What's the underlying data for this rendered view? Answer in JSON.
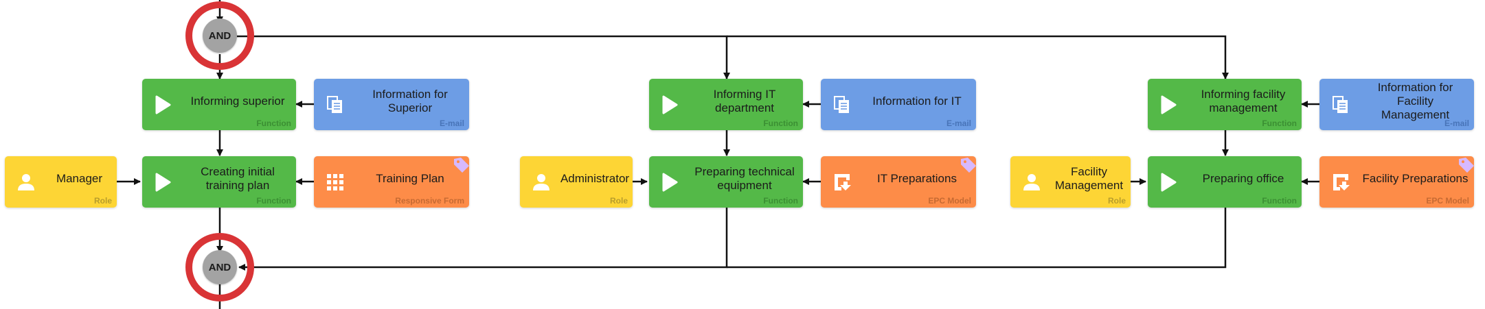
{
  "colors": {
    "function": "#54b948",
    "email": "#6d9de5",
    "role": "#fdd535",
    "form": "#fd8c48",
    "gate_ring": "#d93436",
    "gate_fill": "#a3a3a3",
    "connector": "#111111"
  },
  "gateways": {
    "top": {
      "label": "AND"
    },
    "bottom": {
      "label": "AND"
    }
  },
  "lanes": [
    {
      "inform_function": {
        "label": "Informing superior",
        "type": "Function"
      },
      "email": {
        "label": "Information for Superior",
        "type": "E-mail",
        "icon": "documents-icon"
      },
      "role": {
        "label": "Manager",
        "type": "Role",
        "icon": "person-icon"
      },
      "main_function": {
        "label": "Creating initial training plan",
        "type": "Function"
      },
      "resource": {
        "label": "Training Plan",
        "type": "Responsive Form",
        "icon": "grid-icon"
      }
    },
    {
      "inform_function": {
        "label": "Informing IT department",
        "type": "Function"
      },
      "email": {
        "label": "Information for IT",
        "type": "E-mail",
        "icon": "documents-icon"
      },
      "role": {
        "label": "Administrator",
        "type": "Role",
        "icon": "person-icon"
      },
      "main_function": {
        "label": "Preparing technical equipment",
        "type": "Function"
      },
      "resource": {
        "label": "IT Preparations",
        "type": "EPC Model",
        "icon": "epc-model-icon"
      }
    },
    {
      "inform_function": {
        "label": "Informing facility management",
        "type": "Function"
      },
      "email": {
        "label": "Information for Facility Management",
        "type": "E-mail",
        "icon": "documents-icon"
      },
      "role": {
        "label": "Facility Management",
        "type": "Role",
        "icon": "person-icon"
      },
      "main_function": {
        "label": "Preparing office",
        "type": "Function"
      },
      "resource": {
        "label": "Facility Preparations",
        "type": "EPC Model",
        "icon": "epc-model-icon"
      }
    }
  ]
}
